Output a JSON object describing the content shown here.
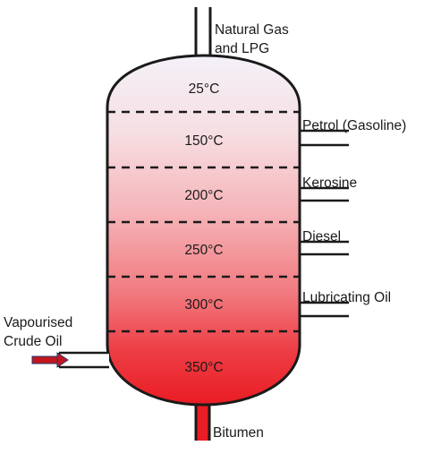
{
  "outputs": {
    "top": {
      "line1": "Natural Gas",
      "line2": "and LPG"
    },
    "petrol": "Petrol (Gasoline)",
    "kerosine": "Kerosine",
    "diesel": "Diesel",
    "lubricating": "Lubricating Oil",
    "bottom": "Bitumen"
  },
  "input": {
    "line1": "Vapourised",
    "line2": "Crude Oil"
  },
  "temperatures": [
    "25°C",
    "150°C",
    "200°C",
    "250°C",
    "300°C",
    "350°C"
  ],
  "colors": {
    "gradient_top": "#f4f1f8",
    "gradient_bottom": "#ea1c24",
    "outline": "#1a1a1a",
    "input_arrow": "#c4161c",
    "input_arrow_edge": "#1e3a6e"
  }
}
